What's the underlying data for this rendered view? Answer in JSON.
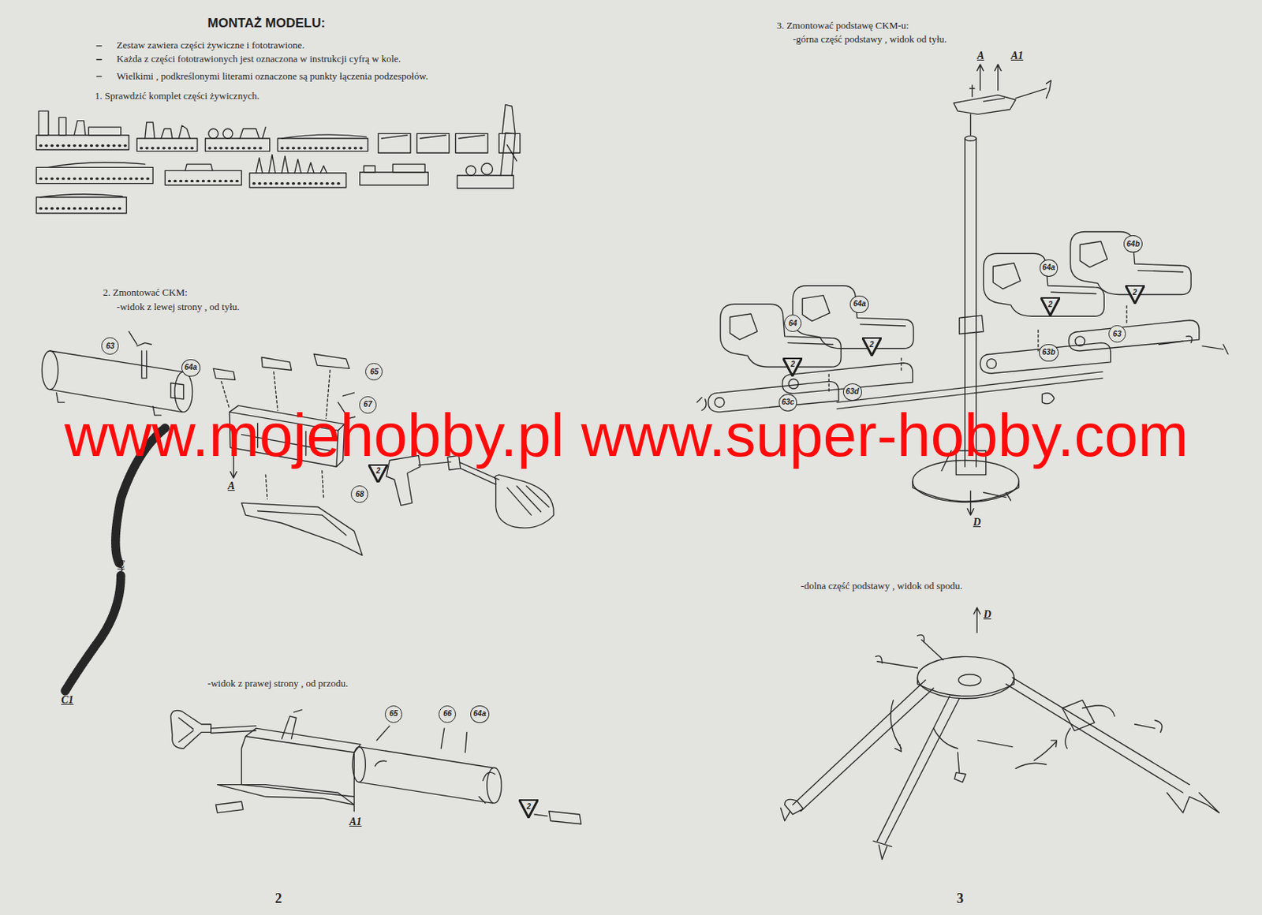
{
  "diagram": {
    "title": "MONTAŻ MODELU:",
    "nodes": [
      {
        "text": [
          "63"
        ]
      },
      {
        "text": [
          "64a"
        ]
      },
      {
        "text": [
          "65"
        ]
      },
      {
        "text": [
          "67"
        ]
      },
      {
        "text": [
          "2"
        ]
      },
      {
        "text": [
          "68"
        ]
      },
      {
        "text": [
          "65"
        ]
      },
      {
        "text": [
          "66"
        ]
      },
      {
        "text": [
          "64a"
        ]
      },
      {
        "text": [
          "2"
        ]
      },
      {
        "text": [
          "64a"
        ]
      },
      {
        "text": [
          "64b"
        ]
      },
      {
        "text": [
          "2"
        ]
      },
      {
        "text": [
          "2"
        ]
      },
      {
        "text": [
          "64"
        ]
      },
      {
        "text": [
          "64a"
        ]
      },
      {
        "text": [
          "2"
        ]
      },
      {
        "text": [
          "2"
        ]
      },
      {
        "text": [
          "63"
        ]
      },
      {
        "text": [
          "63b"
        ]
      },
      {
        "text": [
          "63d"
        ]
      },
      {
        "text": [
          "63c"
        ]
      }
    ],
    "labels": [
      "Zestaw zawiera części żywiczne i fototrawione.",
      "Każda z części fototrawionych jest oznaczona w instrukcji cyfrą w kole.",
      "Wielkimi , podkreślonymi literami oznaczone są punkty łączenia podzespołów.",
      "1. Sprawdzić komplet części żywicznych.",
      "2. Zmontować CKM:",
      "-widok z lewej strony , od tyłu.",
      "-widok z prawej strony , od przodu.",
      "3. Zmontować podstawę CKM-u:",
      "-górna część podstawy , widok od tyłu.",
      "-dolna część podstawy , widok od spodu.",
      "A",
      "C",
      "C1",
      "A1",
      "A",
      "A1",
      "D",
      "D",
      "www.mojehobby.pl www.super-hobby.com",
      "2",
      "3"
    ]
  }
}
